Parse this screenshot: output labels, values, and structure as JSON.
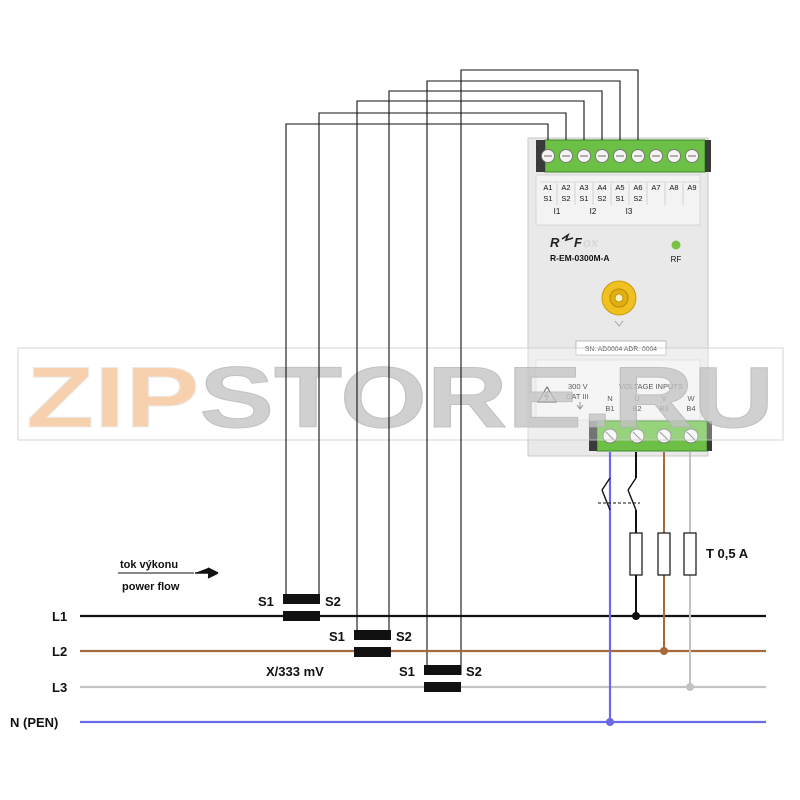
{
  "watermark": "ZIPSTORE.RU",
  "device": {
    "model": "R-EM-0300M-A",
    "rf_label": "RF",
    "serial_label": "SN: AD0004 ADR: 0004",
    "voltage_rating": "300 V",
    "category": "CAT III",
    "voltage_inputs_label": "VOLTAGE INPUTS",
    "top_terminals": [
      {
        "id": "A1",
        "sub": "S1"
      },
      {
        "id": "A2",
        "sub": "S2"
      },
      {
        "id": "A3",
        "sub": "S1"
      },
      {
        "id": "A4",
        "sub": "S2"
      },
      {
        "id": "A5",
        "sub": "S1"
      },
      {
        "id": "A6",
        "sub": "S2"
      },
      {
        "id": "A7",
        "sub": ""
      },
      {
        "id": "A8",
        "sub": ""
      },
      {
        "id": "A9",
        "sub": ""
      }
    ],
    "groups": [
      "I1",
      "I2",
      "I3"
    ],
    "bottom_terminals": [
      {
        "phase": "N",
        "id": "B1"
      },
      {
        "phase": "U",
        "id": "B2"
      },
      {
        "phase": "V",
        "id": "B3"
      },
      {
        "phase": "W",
        "id": "B4"
      }
    ]
  },
  "lines": {
    "L1": "L1",
    "L2": "L2",
    "L3": "L3",
    "N": "N (PEN)"
  },
  "ct": {
    "s1": "S1",
    "s2": "S2",
    "output": "X/333 mV"
  },
  "power_flow": {
    "cz": "tok výkonu",
    "en": "power flow"
  },
  "fuse_rating": "T 0,5 A",
  "colors": {
    "L1": "#111111",
    "L2": "#a8683a",
    "L3": "#c3c3c3",
    "N": "#6a6ae8",
    "terminal_green": "#6bc045",
    "device_body": "#e8e8e8",
    "led": "#7dc142",
    "watermark_fill": "#f6c9a0",
    "watermark_gray": "#c8c8c8"
  }
}
